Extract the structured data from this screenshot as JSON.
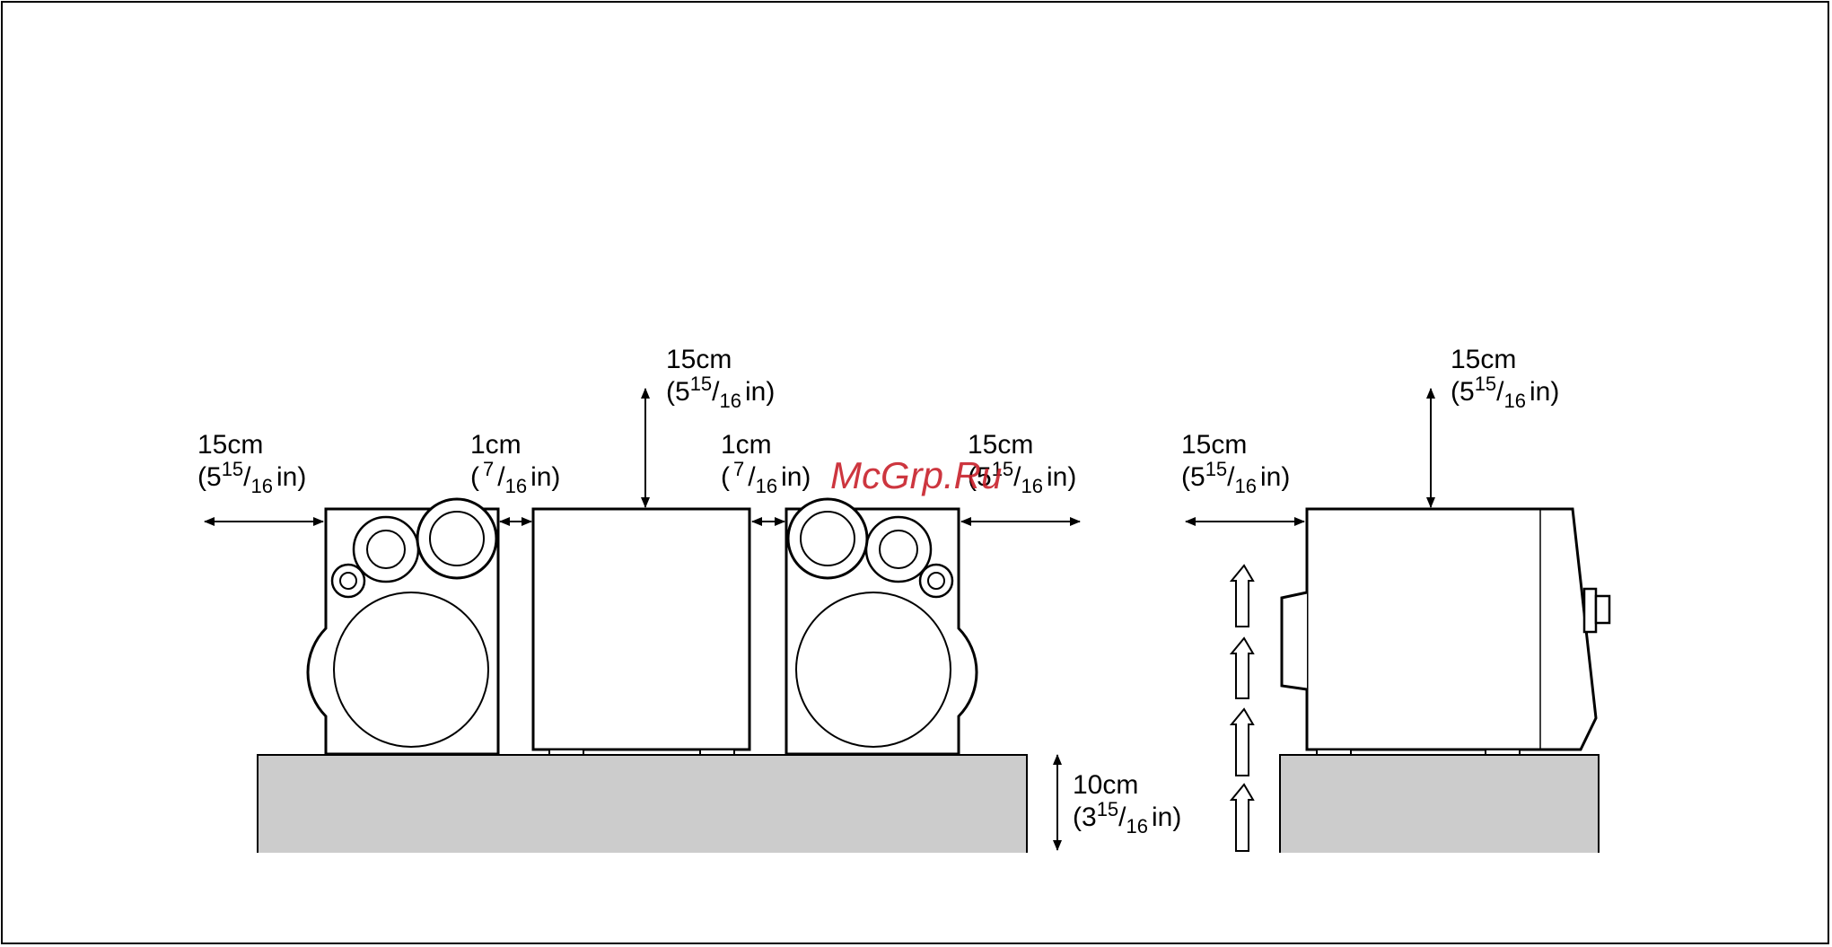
{
  "labels": {
    "top_center": {
      "metric": "15cm",
      "open": "(5",
      "sup": "15",
      "sub": "16",
      "close": "in)"
    },
    "left": {
      "metric": "15cm",
      "open": "(5",
      "sup": "15",
      "sub": "16",
      "close": "in)"
    },
    "gap_left": {
      "metric": "1cm",
      "open": "(",
      "sup": "7",
      "sub": "16",
      "close": "in)"
    },
    "gap_right": {
      "metric": "1cm",
      "open": "(",
      "sup": "7",
      "sub": "16",
      "close": "in)"
    },
    "right": {
      "metric": "15cm",
      "open": "(5",
      "sup": "15",
      "sub": "16",
      "close": "in)"
    },
    "below": {
      "metric": "10cm",
      "open": "(3",
      "sup": "15",
      "sub": "16",
      "close": "in)"
    },
    "side_front": {
      "metric": "15cm",
      "open": "(5",
      "sup": "15",
      "sub": "16",
      "close": "in)"
    },
    "side_top": {
      "metric": "15cm",
      "open": "(5",
      "sup": "15",
      "sub": "16",
      "close": "in)"
    }
  },
  "watermark": "McGrp.Ru",
  "colors": {
    "line": "#000000",
    "shelf": "#cccccc",
    "watermark": "#c8202a"
  }
}
